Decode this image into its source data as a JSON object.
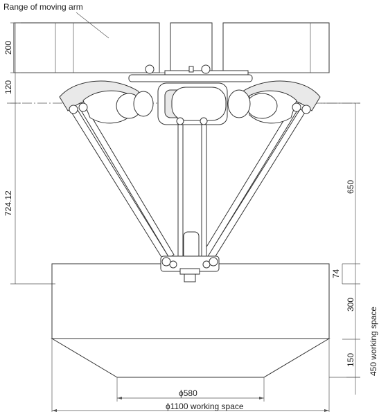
{
  "labels": {
    "range_of_moving_arm": "Range of moving arm",
    "dim_200": "200",
    "dim_120": "120",
    "dim_724": "724.12",
    "dim_650": "650",
    "dim_74": "74",
    "dim_300": "300",
    "dim_150": "150",
    "dim_450_working_space": "450 working space",
    "dim_d580": "ϕ580",
    "dim_d1100_working_space": "ϕ1100 working space"
  }
}
